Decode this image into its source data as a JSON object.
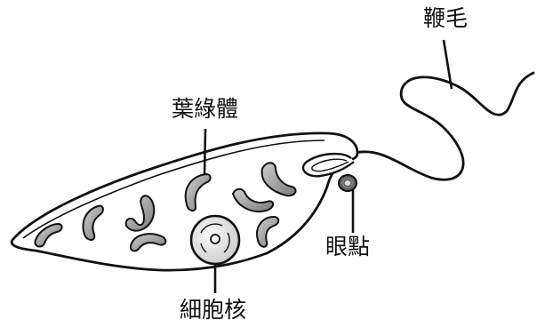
{
  "labels": {
    "flagellum": "鞭毛",
    "chloroplast": "葉綠體",
    "eyespot": "眼點",
    "nucleus": "細胞核"
  },
  "colors": {
    "outline": "#111111",
    "chloroplast_fill": "#9a9a9a",
    "nucleus_fill": "#e6e6e6",
    "eyespot_fill": "#6a6a6a",
    "background": "#ffffff"
  }
}
